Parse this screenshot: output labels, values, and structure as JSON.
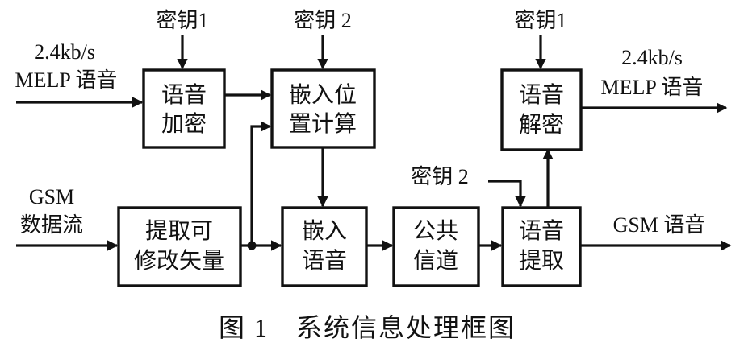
{
  "inputs": {
    "melp_rate": "2.4kb/s",
    "melp_name": "MELP 语音",
    "gsm_name": "GSM",
    "gsm_stream": "数据流"
  },
  "outputs": {
    "melp_rate": "2.4kb/s",
    "melp_name": "MELP 语音",
    "gsm_name": "GSM 语音"
  },
  "keys": {
    "key1_encrypt": "密钥1",
    "key2_embed": "密钥 2",
    "key1_decrypt": "密钥1",
    "key2_extract": "密钥 2"
  },
  "blocks": {
    "encrypt": [
      "语音",
      "加密"
    ],
    "position": [
      "嵌入位",
      "置计算"
    ],
    "extract_vectors": [
      "提取可",
      "修改矢量"
    ],
    "embed": [
      "嵌入",
      "语音"
    ],
    "channel": [
      "公共",
      "信道"
    ],
    "speech_extract": [
      "语音",
      "提取"
    ],
    "decrypt": [
      "语音",
      "解密"
    ]
  },
  "caption": "图 1　系统信息处理框图"
}
